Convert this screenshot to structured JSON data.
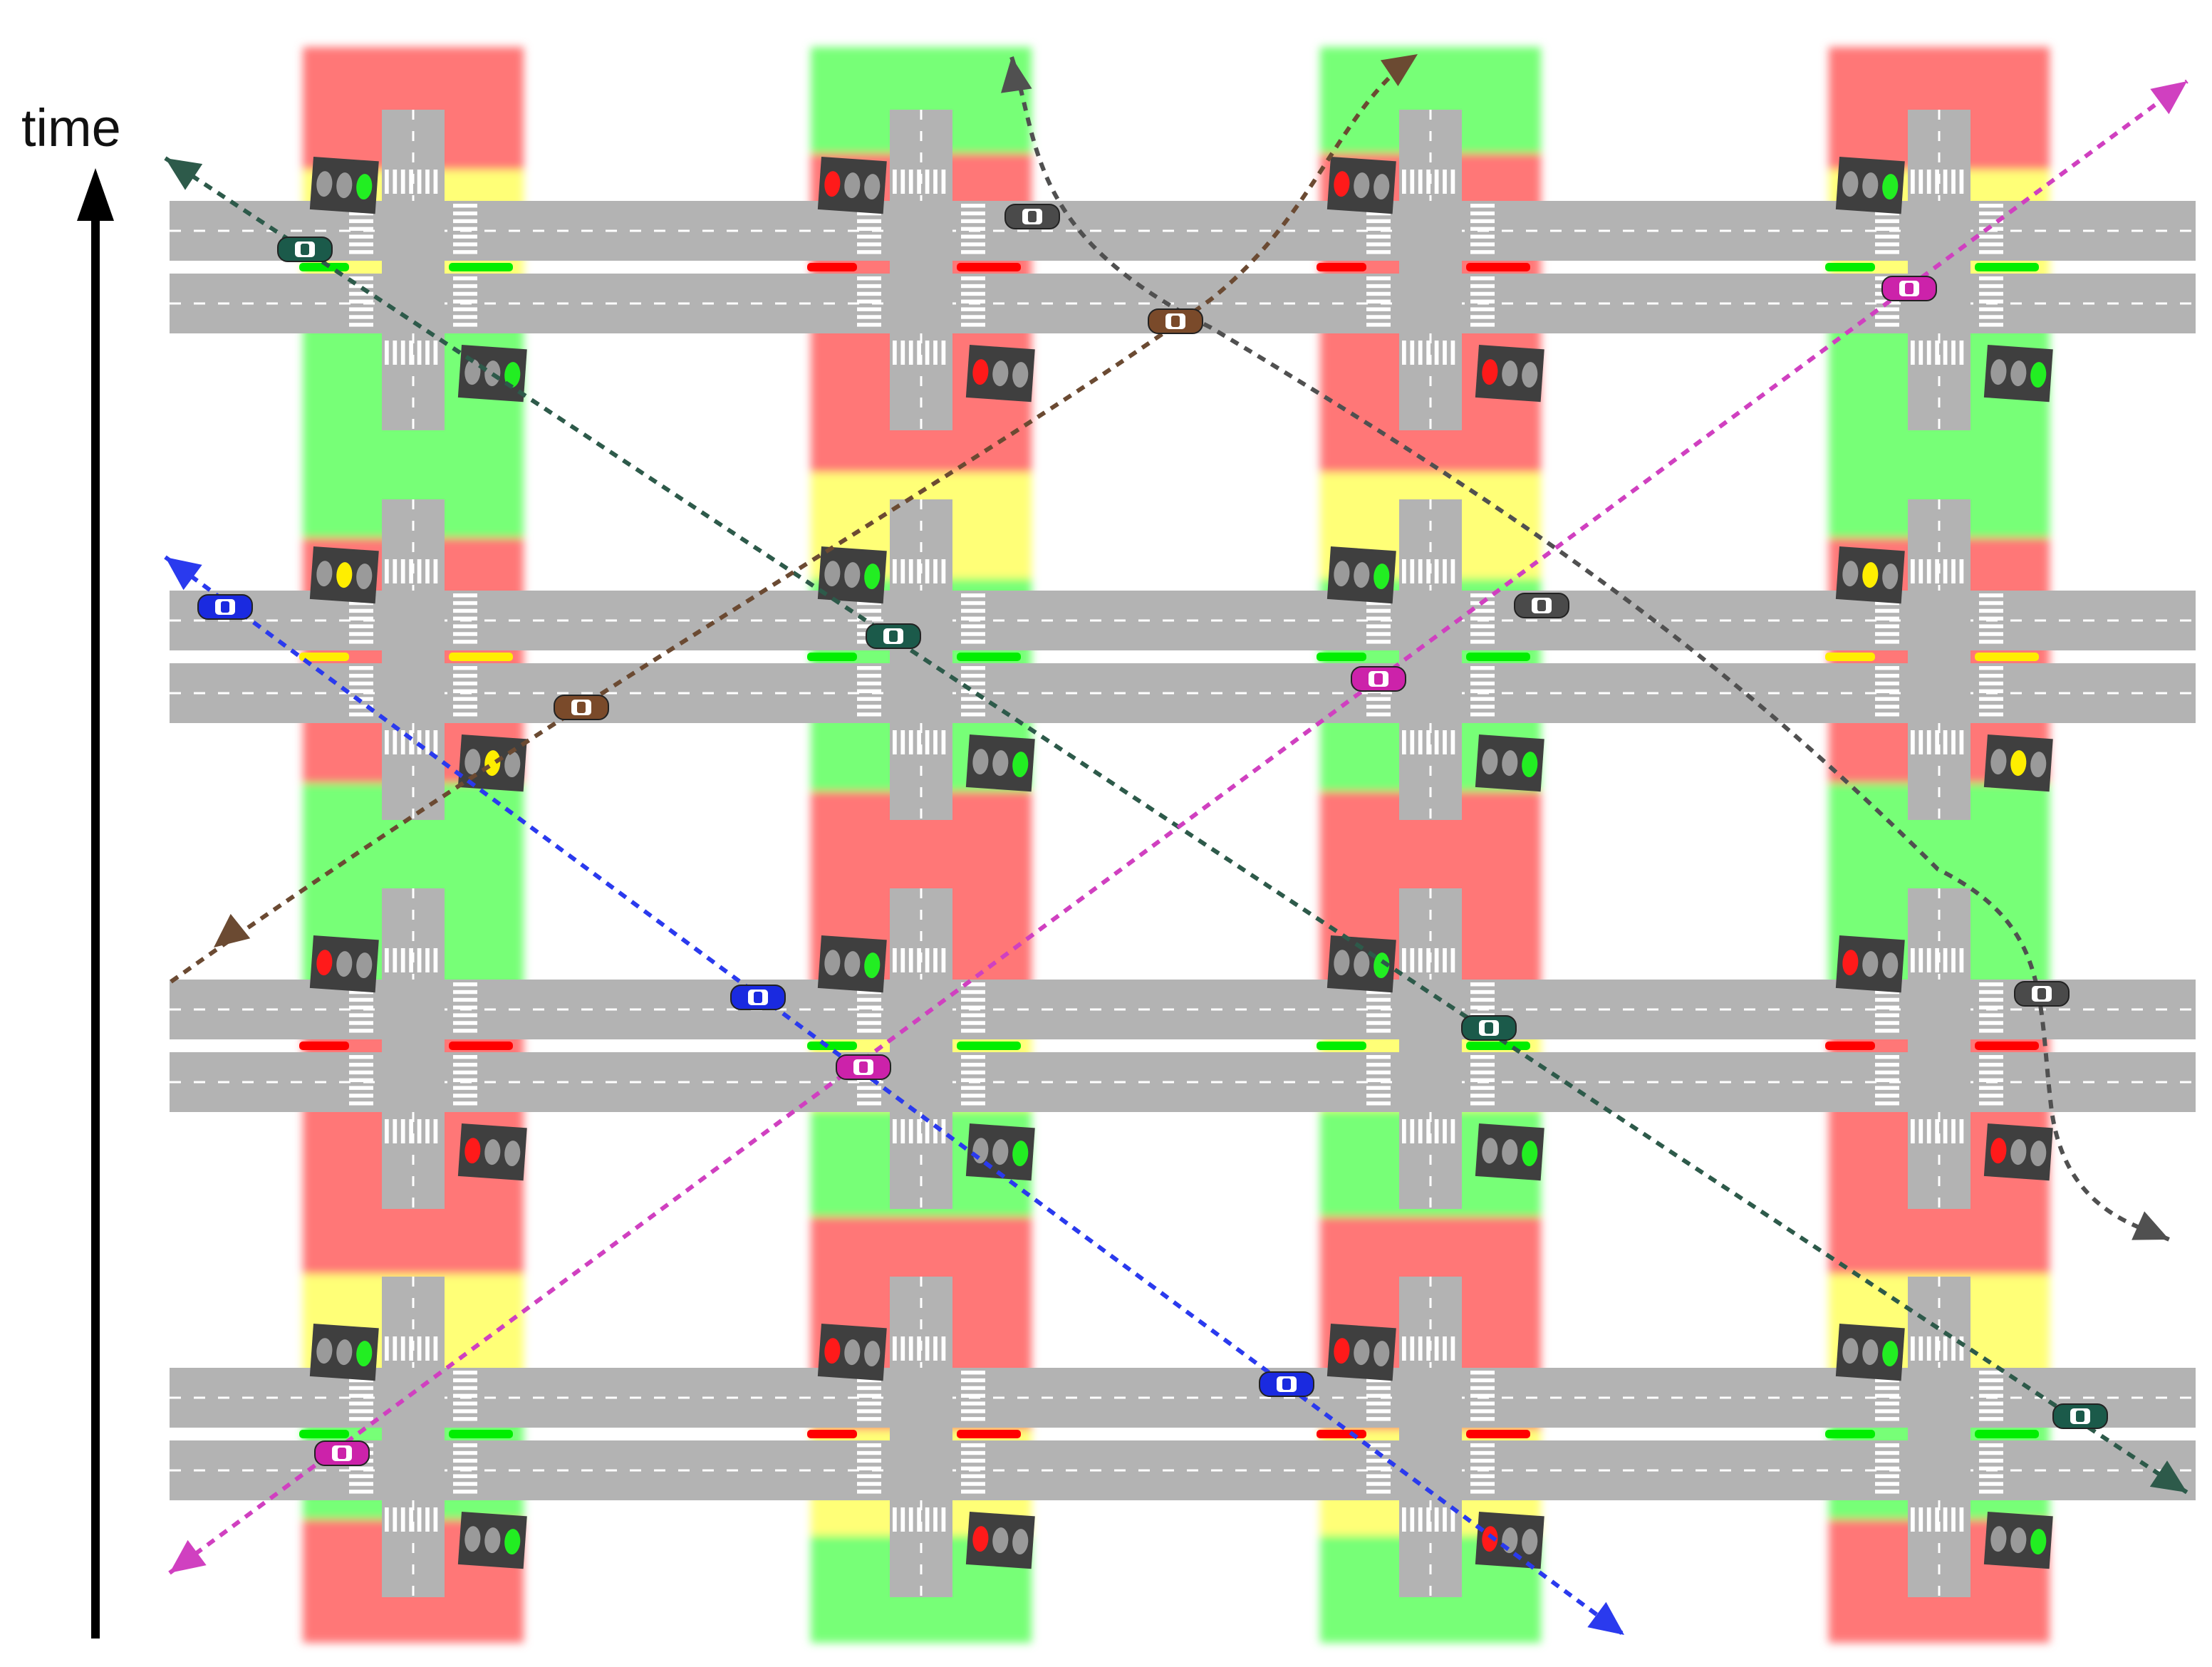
{
  "axis": {
    "label": "time"
  },
  "colors": {
    "background": "#ffffff",
    "road": "#b3b3b3",
    "road_marking": "#ffffff",
    "phase_red": "#ff7777",
    "phase_yellow": "#ffff77",
    "phase_green": "#77ff77",
    "stop_red": "#ff0000",
    "stop_yellow": "#ffee00",
    "stop_green": "#00ee00",
    "signal_housing": "#3f3f3f",
    "signal_off": "#9a9a9a",
    "signal_red": "#ff1a1a",
    "signal_yellow": "#ffee00",
    "signal_green": "#22ee22",
    "axis_arrow": "#000000"
  },
  "diagram": {
    "columns": 4,
    "time_rows": 4,
    "column_phase_strips": [
      [
        "red",
        "yellow",
        "green",
        "green",
        "red",
        "red",
        "green",
        "green",
        "red",
        "red",
        "yellow",
        "green",
        "red"
      ],
      [
        "green",
        "red",
        "red",
        "red",
        "yellow",
        "green",
        "green",
        "red",
        "red",
        "yellow",
        "green",
        "red",
        "red",
        "yellow",
        "green"
      ],
      [
        "green",
        "red",
        "red",
        "red",
        "yellow",
        "green",
        "green",
        "red",
        "red",
        "yellow",
        "green",
        "red",
        "red",
        "yellow",
        "green"
      ],
      [
        "red",
        "yellow",
        "green",
        "green",
        "red",
        "red",
        "green",
        "green",
        "red",
        "red",
        "yellow",
        "green",
        "red"
      ]
    ],
    "intersection_states": [
      [
        "green",
        "red",
        "red",
        "green"
      ],
      [
        "yellow",
        "green",
        "green",
        "yellow"
      ],
      [
        "red",
        "green",
        "green",
        "red"
      ],
      [
        "green",
        "red",
        "red",
        "green"
      ]
    ]
  },
  "vehicles": [
    {
      "name": "dark-green-car",
      "color": "#1b5a4a",
      "arrow": "#2d5a4a"
    },
    {
      "name": "brown-car",
      "color": "#7a4a2a",
      "arrow": "#6b4a32"
    },
    {
      "name": "gray-car",
      "color": "#4a4a4a",
      "arrow": "#505050"
    },
    {
      "name": "magenta-car",
      "color": "#cc22aa",
      "arrow": "#d040c0"
    },
    {
      "name": "blue-car",
      "color": "#1a2ae0",
      "arrow": "#2a3aee"
    }
  ]
}
